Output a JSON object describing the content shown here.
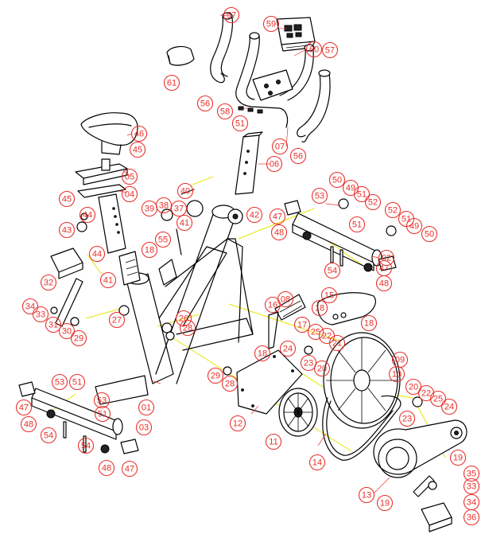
{
  "callouts": [
    {
      "id": "57a",
      "label": "57"
    },
    {
      "id": "59",
      "label": "59"
    },
    {
      "id": "60",
      "label": "60"
    },
    {
      "id": "57b",
      "label": "57"
    },
    {
      "id": "61",
      "label": "61"
    },
    {
      "id": "56a",
      "label": "56"
    },
    {
      "id": "58",
      "label": "58"
    },
    {
      "id": "51a",
      "label": "51"
    },
    {
      "id": "07",
      "label": "07"
    },
    {
      "id": "56b",
      "label": "56"
    },
    {
      "id": "46",
      "label": "46"
    },
    {
      "id": "45a",
      "label": "45"
    },
    {
      "id": "05",
      "label": "05"
    },
    {
      "id": "06",
      "label": "06"
    },
    {
      "id": "45b",
      "label": "45"
    },
    {
      "id": "04",
      "label": "04"
    },
    {
      "id": "40",
      "label": "40"
    },
    {
      "id": "39",
      "label": "39"
    },
    {
      "id": "38",
      "label": "38"
    },
    {
      "id": "37",
      "label": "37"
    },
    {
      "id": "44",
      "label": "44"
    },
    {
      "id": "41a",
      "label": "41"
    },
    {
      "id": "42",
      "label": "42"
    },
    {
      "id": "43",
      "label": "43"
    },
    {
      "id": "50a",
      "label": "50"
    },
    {
      "id": "49a",
      "label": "49"
    },
    {
      "id": "51b",
      "label": "51"
    },
    {
      "id": "52a",
      "label": "52"
    },
    {
      "id": "53a",
      "label": "53"
    },
    {
      "id": "47a",
      "label": "47"
    },
    {
      "id": "51c",
      "label": "51"
    },
    {
      "id": "52b",
      "label": "52"
    },
    {
      "id": "51d",
      "label": "51"
    },
    {
      "id": "49b",
      "label": "49"
    },
    {
      "id": "50b",
      "label": "50"
    },
    {
      "id": "48a",
      "label": "48"
    },
    {
      "id": "02",
      "label": "02"
    },
    {
      "id": "47b",
      "label": "47"
    },
    {
      "id": "54a",
      "label": "54"
    },
    {
      "id": "48b",
      "label": "48"
    },
    {
      "id": "55",
      "label": "55"
    },
    {
      "id": "18a",
      "label": "18"
    },
    {
      "id": "44b",
      "label": "44"
    },
    {
      "id": "32",
      "label": "32"
    },
    {
      "id": "41b",
      "label": "41"
    },
    {
      "id": "15",
      "label": "15"
    },
    {
      "id": "16",
      "label": "16"
    },
    {
      "id": "08",
      "label": "08"
    },
    {
      "id": "18b",
      "label": "18"
    },
    {
      "id": "18c",
      "label": "18"
    },
    {
      "id": "17",
      "label": "17"
    },
    {
      "id": "34a",
      "label": "34"
    },
    {
      "id": "33a",
      "label": "33"
    },
    {
      "id": "31",
      "label": "31"
    },
    {
      "id": "27",
      "label": "27"
    },
    {
      "id": "26",
      "label": "26"
    },
    {
      "id": "28a",
      "label": "28"
    },
    {
      "id": "30",
      "label": "30"
    },
    {
      "id": "29a",
      "label": "29"
    },
    {
      "id": "25a",
      "label": "25"
    },
    {
      "id": "22a",
      "label": "22"
    },
    {
      "id": "21",
      "label": "21"
    },
    {
      "id": "24a",
      "label": "24"
    },
    {
      "id": "23a",
      "label": "23"
    },
    {
      "id": "20a",
      "label": "20"
    },
    {
      "id": "18d",
      "label": "18"
    },
    {
      "id": "09",
      "label": "09"
    },
    {
      "id": "29b",
      "label": "29"
    },
    {
      "id": "28b",
      "label": "28"
    },
    {
      "id": "10",
      "label": "10"
    },
    {
      "id": "20b",
      "label": "20"
    },
    {
      "id": "22b",
      "label": "22"
    },
    {
      "id": "25b",
      "label": "25"
    },
    {
      "id": "24b",
      "label": "24"
    },
    {
      "id": "23b",
      "label": "23"
    },
    {
      "id": "53b",
      "label": "53"
    },
    {
      "id": "51e",
      "label": "51"
    },
    {
      "id": "47c",
      "label": "47"
    },
    {
      "id": "53c",
      "label": "53"
    },
    {
      "id": "51f",
      "label": "51"
    },
    {
      "id": "01",
      "label": "01"
    },
    {
      "id": "12",
      "label": "12"
    },
    {
      "id": "48c",
      "label": "48"
    },
    {
      "id": "03",
      "label": "03"
    },
    {
      "id": "54b",
      "label": "54"
    },
    {
      "id": "11",
      "label": "11"
    },
    {
      "id": "19a",
      "label": "19"
    },
    {
      "id": "54c",
      "label": "54"
    },
    {
      "id": "48d",
      "label": "48"
    },
    {
      "id": "47d",
      "label": "47"
    },
    {
      "id": "14",
      "label": "14"
    },
    {
      "id": "35",
      "label": "35"
    },
    {
      "id": "33b",
      "label": "33"
    },
    {
      "id": "13",
      "label": "13"
    },
    {
      "id": "34b",
      "label": "34"
    },
    {
      "id": "19b",
      "label": "19"
    },
    {
      "id": "36",
      "label": "36"
    }
  ]
}
